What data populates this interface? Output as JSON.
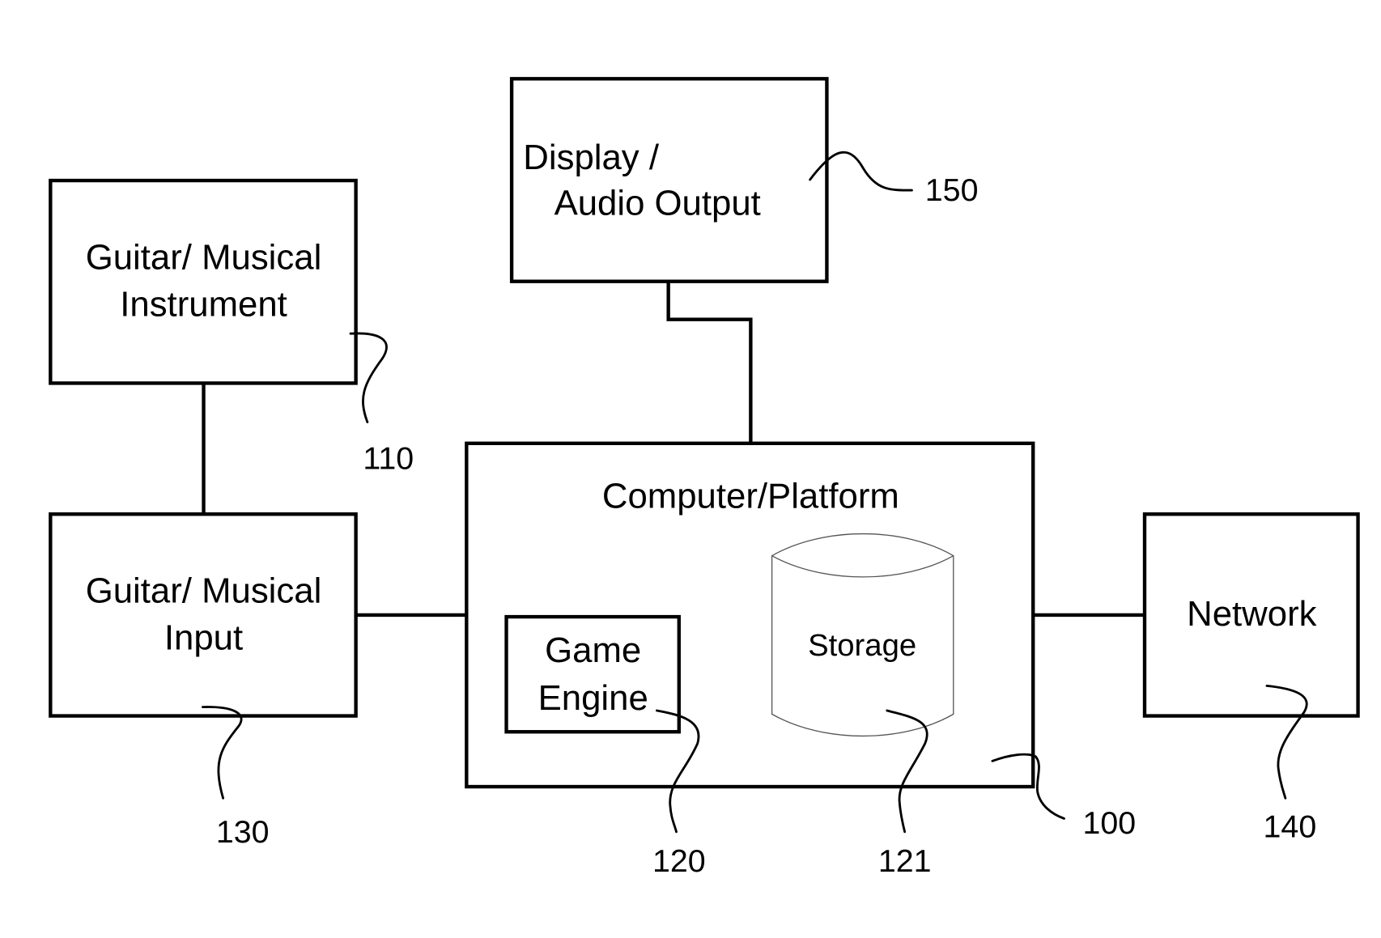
{
  "diagram": {
    "type": "block-diagram",
    "blocks": {
      "display": {
        "lines": [
          "Display /",
          "Audio Output"
        ],
        "ref": "150"
      },
      "instrument": {
        "lines": [
          "Guitar/ Musical",
          "Instrument"
        ],
        "ref": "110"
      },
      "input": {
        "lines": [
          "Guitar/ Musical",
          "Input"
        ],
        "ref": "130"
      },
      "computer": {
        "lines": [
          "Computer/Platform"
        ],
        "ref": "100"
      },
      "game_engine": {
        "lines": [
          "Game",
          "Engine"
        ],
        "ref": "120"
      },
      "storage": {
        "lines": [
          "Storage"
        ],
        "ref": "121"
      },
      "network": {
        "lines": [
          "Network"
        ],
        "ref": "140"
      }
    },
    "connections": [
      {
        "from": "instrument",
        "to": "input"
      },
      {
        "from": "input",
        "to": "computer"
      },
      {
        "from": "computer",
        "to": "display"
      },
      {
        "from": "computer",
        "to": "network"
      }
    ],
    "colors": {
      "stroke": "#000000",
      "background": "#ffffff",
      "storage_outline": "#555555"
    }
  }
}
